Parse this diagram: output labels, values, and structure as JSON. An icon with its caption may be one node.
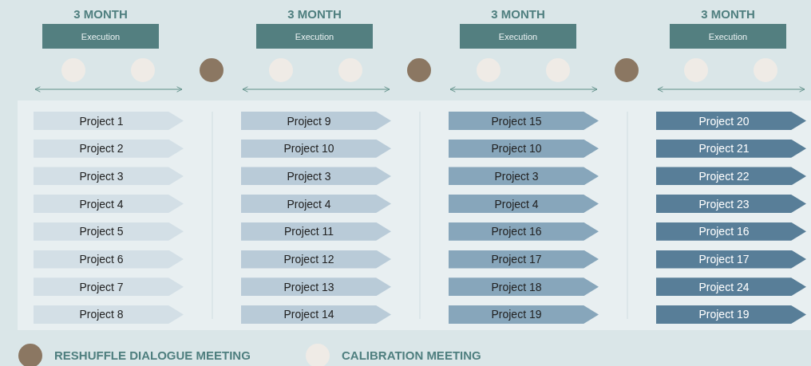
{
  "diagram": {
    "nodes": [
      {
        "text": [
          "3 MONTH",
          "Execution"
        ]
      },
      {
        "text": [
          "3 MONTH",
          "Execution"
        ]
      },
      {
        "text": [
          "3 MONTH",
          "Execution"
        ]
      },
      {
        "text": [
          "3 MONTH",
          "Execution"
        ]
      },
      {
        "text": [
          "Project 1"
        ]
      },
      {
        "text": [
          "Project 2"
        ]
      },
      {
        "text": [
          "Project 3"
        ]
      },
      {
        "text": [
          "Project 4"
        ]
      },
      {
        "text": [
          "Project 5"
        ]
      },
      {
        "text": [
          "Project 6"
        ]
      },
      {
        "text": [
          "Project 7"
        ]
      },
      {
        "text": [
          "Project 8"
        ]
      },
      {
        "text": [
          "Project 9"
        ]
      },
      {
        "text": [
          "Project 10"
        ]
      },
      {
        "text": [
          "Project 3"
        ]
      },
      {
        "text": [
          "Project 4"
        ]
      },
      {
        "text": [
          "Project 11"
        ]
      },
      {
        "text": [
          "Project 12"
        ]
      },
      {
        "text": [
          "Project 13"
        ]
      },
      {
        "text": [
          "Project 14"
        ]
      },
      {
        "text": [
          "Project 15"
        ]
      },
      {
        "text": [
          "Project 10"
        ]
      },
      {
        "text": [
          "Project 3"
        ]
      },
      {
        "text": [
          "Project 4"
        ]
      },
      {
        "text": [
          "Project 16"
        ]
      },
      {
        "text": [
          "Project 17"
        ]
      },
      {
        "text": [
          "Project 18"
        ]
      },
      {
        "text": [
          "Project 19"
        ]
      },
      {
        "text": [
          "Project 20"
        ]
      },
      {
        "text": [
          "Project 21"
        ]
      },
      {
        "text": [
          "Project 22"
        ]
      },
      {
        "text": [
          "Project 23"
        ]
      },
      {
        "text": [
          "Project 16"
        ]
      },
      {
        "text": [
          "Project 17"
        ]
      },
      {
        "text": [
          "Project 24"
        ]
      },
      {
        "text": [
          "Project 19"
        ]
      }
    ],
    "legend": [
      {
        "text": "RESHUFFLE DIALOGUE MEETING",
        "color": "#8b7762"
      },
      {
        "text": "CALIBRATION MEETING",
        "color": "#efebe6"
      }
    ]
  }
}
